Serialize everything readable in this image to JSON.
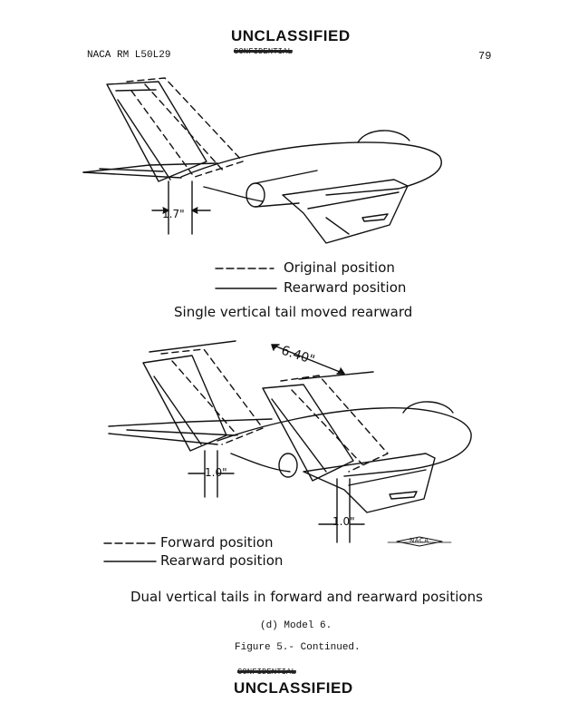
{
  "header": {
    "stamp_top": "UNCLASSIFIED",
    "stamp_top_struck": "CONFIDENTIAL",
    "report_id": "NACA RM L50L29",
    "page_number": "79"
  },
  "panel_single": {
    "dimension_label": "1.7\"",
    "legend_dashed": "Original position",
    "legend_solid": "Rearward position",
    "caption": "Single vertical tail moved rearward"
  },
  "panel_dual": {
    "dimension_span": "6.40\"",
    "dimension_left": "1.0\"",
    "dimension_right": "1.0\"",
    "legend_dashed": "Forward position",
    "legend_solid": "Rearward position",
    "caption": "Dual vertical tails in forward and rearward positions",
    "logo_text": "NACA"
  },
  "footer": {
    "subcaption": "(d) Model 6.",
    "figure_caption": "Figure 5.- Continued.",
    "stamp_bottom_struck": "CONFIDENTIAL",
    "stamp_bottom": "UNCLASSIFIED"
  }
}
